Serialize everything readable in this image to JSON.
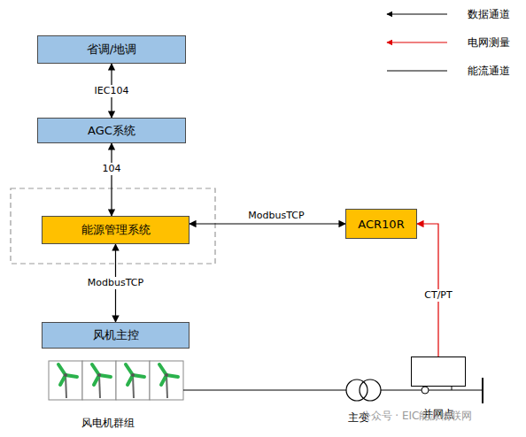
{
  "diagram": {
    "nodes": [
      {
        "text": [
          "省调/地调"
        ]
      },
      {
        "text": [
          "AGC系统"
        ]
      },
      {
        "text": [
          "能源管理系统"
        ]
      },
      {
        "text": [
          "ACR10R"
        ]
      },
      {
        "text": [
          "风机主控"
        ]
      },
      {
        "text": [
          "并网点"
        ]
      }
    ],
    "edges": [
      {
        "from": 0,
        "to": 1,
        "arrow": "both",
        "label": "IEC104"
      },
      {
        "from": 1,
        "to": 2,
        "arrow": "both",
        "label": "104"
      },
      {
        "from": 2,
        "to": 3,
        "arrow": "both",
        "label": "ModbusTCP"
      },
      {
        "from": 2,
        "to": 4,
        "arrow": "both",
        "label": "ModbusTCP"
      },
      {
        "from": 5,
        "to": 3,
        "arrow": "to",
        "label": "CT/PT"
      }
    ],
    "labels": [
      "风电机群组",
      "主变",
      "公众号 · EIC能源物联网"
    ],
    "legend": [
      {
        "text": "数据通道"
      },
      {
        "text": "电网测量"
      },
      {
        "text": "能流通道"
      }
    ]
  }
}
